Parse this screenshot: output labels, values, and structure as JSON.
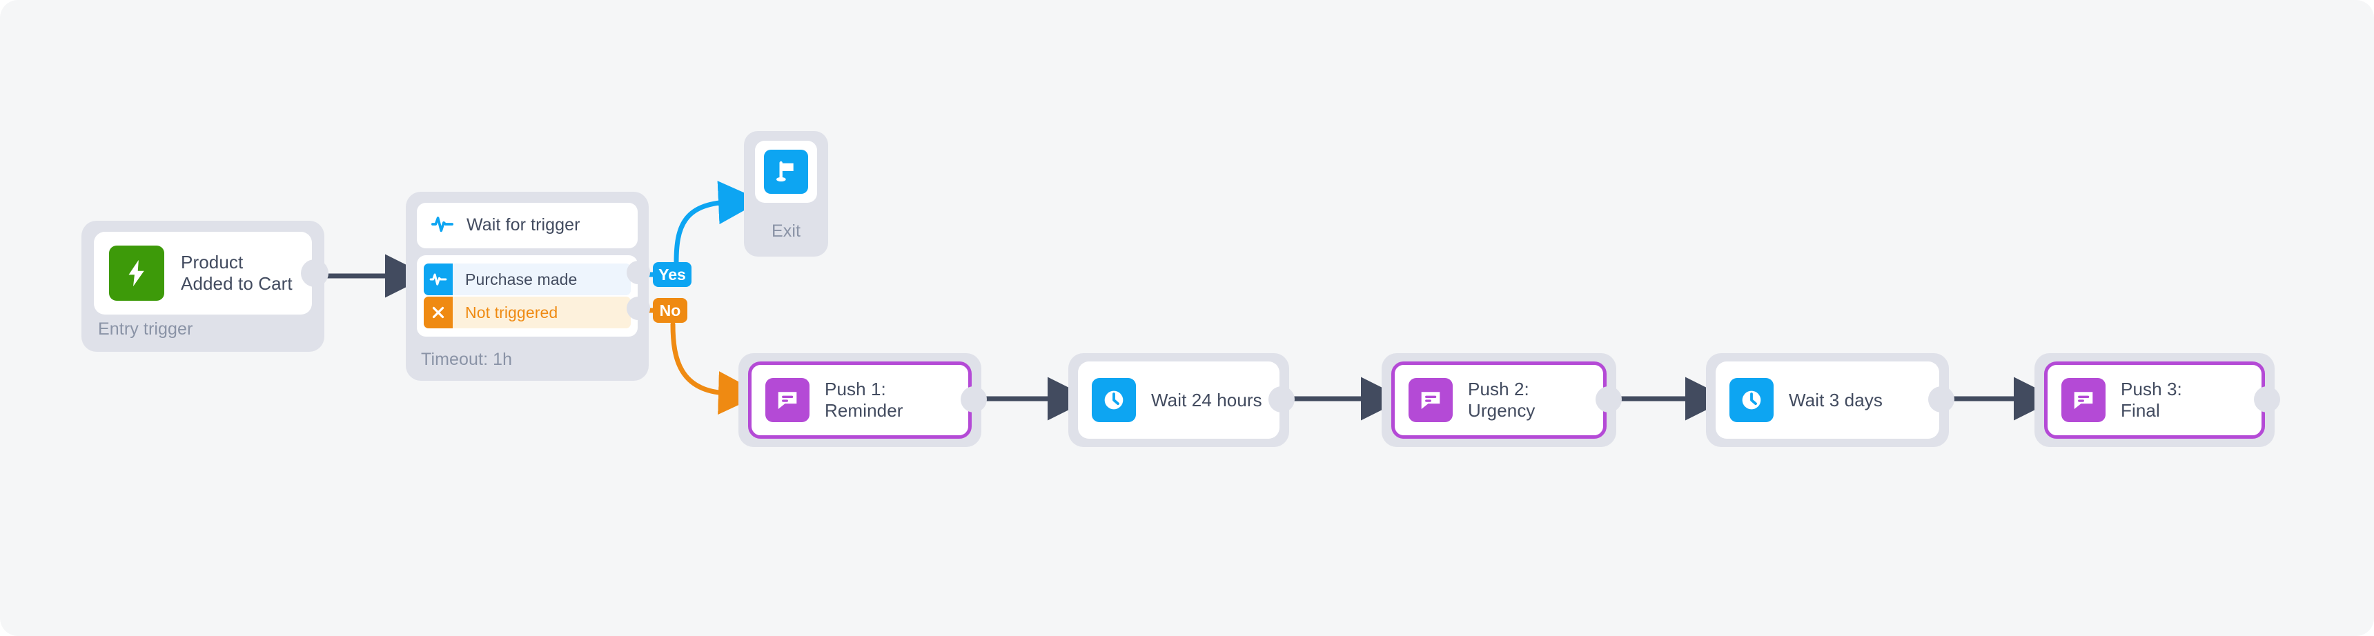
{
  "canvas": {
    "background": "#f5f6f7",
    "accents": {
      "blue": "#0da5f2",
      "orange": "#ef8a12",
      "purple": "#b44ad6",
      "green": "#3d9a09",
      "slate": "#424b5f",
      "shell": "#dfe1e9"
    }
  },
  "entry_trigger": {
    "icon": "lightning-bolt-icon",
    "label": "Product\nAdded to Cart",
    "caption": "Entry trigger"
  },
  "wait_for_trigger": {
    "header_icon": "activity-pulse-icon",
    "header_label": "Wait for trigger",
    "caption": "Timeout: 1h",
    "branches": [
      {
        "icon": "activity-pulse-icon",
        "label": "Purchase made",
        "pill": "Yes",
        "pill_color": "#0da5f2"
      },
      {
        "icon": "close-x-icon",
        "label": "Not triggered",
        "pill": "No",
        "pill_color": "#ef8a12"
      }
    ]
  },
  "exit_node": {
    "icon": "flag-icon",
    "caption": "Exit"
  },
  "steps": [
    {
      "id": "push1",
      "icon": "chat-bubble-icon",
      "label": "Push 1:\nReminder",
      "kind": "push"
    },
    {
      "id": "wait1",
      "icon": "clock-icon",
      "label": "Wait 24 hours",
      "kind": "wait"
    },
    {
      "id": "push2",
      "icon": "chat-bubble-icon",
      "label": "Push 2:\nUrgency",
      "kind": "push"
    },
    {
      "id": "wait2",
      "icon": "clock-icon",
      "label": "Wait 3 days",
      "kind": "wait"
    },
    {
      "id": "push3",
      "icon": "chat-bubble-icon",
      "label": "Push 3:\nFinal",
      "kind": "push"
    }
  ]
}
